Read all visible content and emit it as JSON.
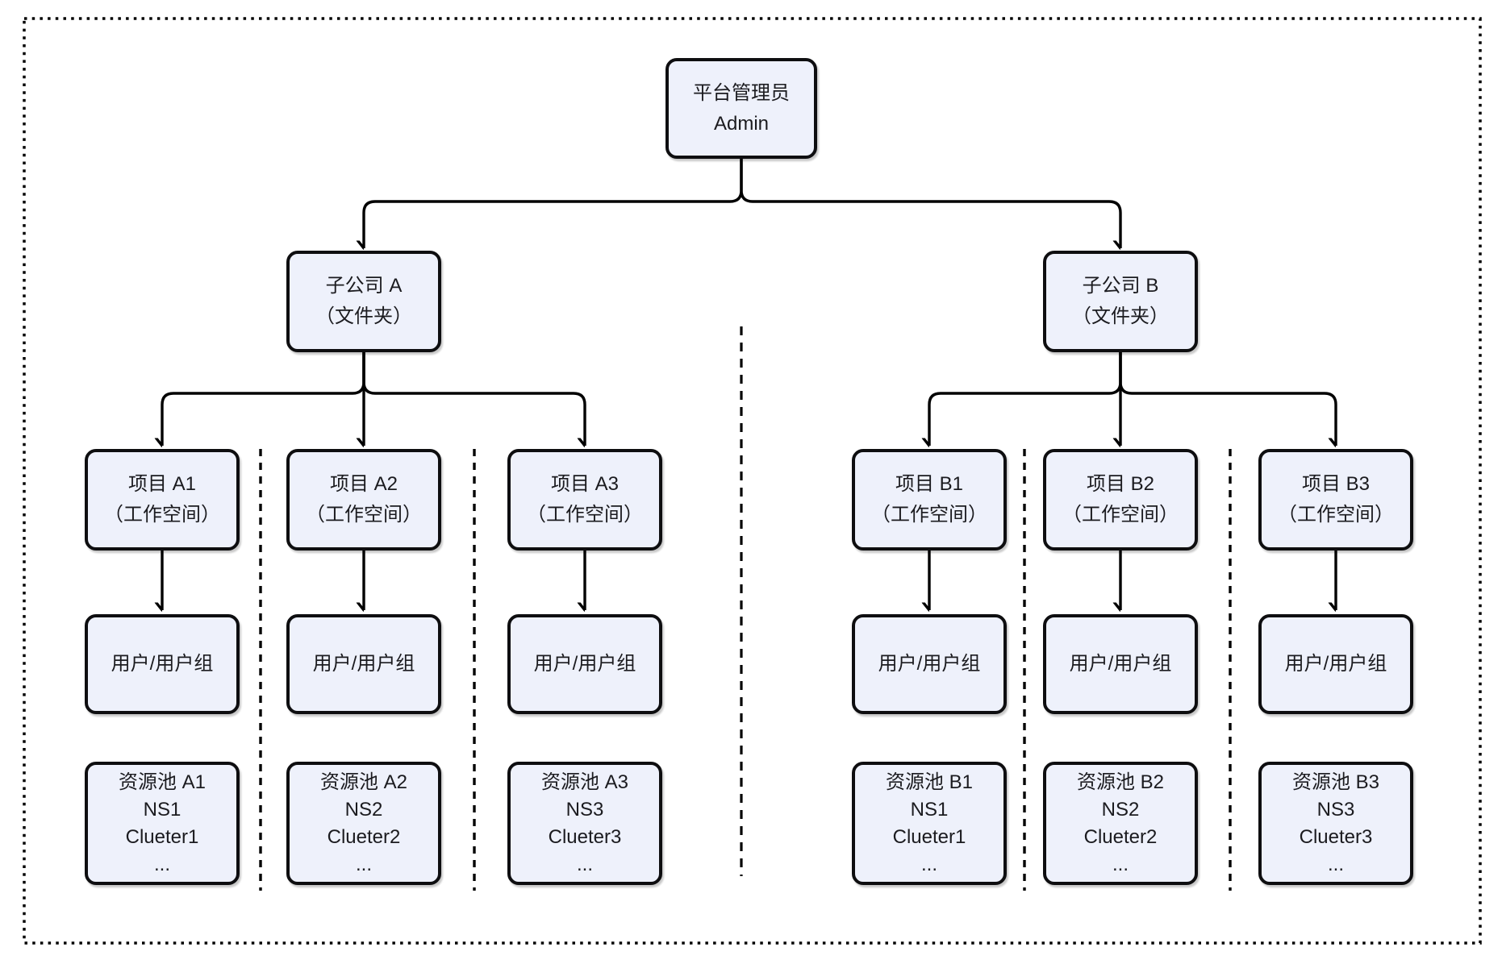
{
  "palette": {
    "node_fill": "#eef1fb",
    "node_border": "#0e0e10",
    "connector": "#000000",
    "text": "#1b1b1f",
    "background": "#ffffff"
  },
  "nodes": {
    "admin": {
      "line1": "平台管理员",
      "line2": "Admin"
    },
    "folder_a": {
      "line1": "子公司 A",
      "line2": "（文件夹）"
    },
    "folder_b": {
      "line1": "子公司 B",
      "line2": "（文件夹）"
    },
    "project_a1": {
      "line1": "项目 A1",
      "line2": "（工作空间）"
    },
    "project_a2": {
      "line1": "项目 A2",
      "line2": "（工作空间）"
    },
    "project_a3": {
      "line1": "项目 A3",
      "line2": "（工作空间）"
    },
    "project_b1": {
      "line1": "项目 B1",
      "line2": "（工作空间）"
    },
    "project_b2": {
      "line1": "项目 B2",
      "line2": "（工作空间）"
    },
    "project_b3": {
      "line1": "项目 B3",
      "line2": "（工作空间）"
    },
    "users_a1": {
      "label": "用户/用户组"
    },
    "users_a2": {
      "label": "用户/用户组"
    },
    "users_a3": {
      "label": "用户/用户组"
    },
    "users_b1": {
      "label": "用户/用户组"
    },
    "users_b2": {
      "label": "用户/用户组"
    },
    "users_b3": {
      "label": "用户/用户组"
    },
    "pool_a1": {
      "line1": "资源池 A1",
      "line2": "NS1",
      "line3": "Clueter1",
      "line4": "..."
    },
    "pool_a2": {
      "line1": "资源池 A2",
      "line2": "NS2",
      "line3": "Clueter2",
      "line4": "..."
    },
    "pool_a3": {
      "line1": "资源池 A3",
      "line2": "NS3",
      "line3": "Clueter3",
      "line4": "..."
    },
    "pool_b1": {
      "line1": "资源池 B1",
      "line2": "NS1",
      "line3": "Clueter1",
      "line4": "..."
    },
    "pool_b2": {
      "line1": "资源池 B2",
      "line2": "NS2",
      "line3": "Clueter2",
      "line4": "..."
    },
    "pool_b3": {
      "line1": "资源池 B3",
      "line2": "NS3",
      "line3": "Clueter3",
      "line4": "..."
    }
  }
}
